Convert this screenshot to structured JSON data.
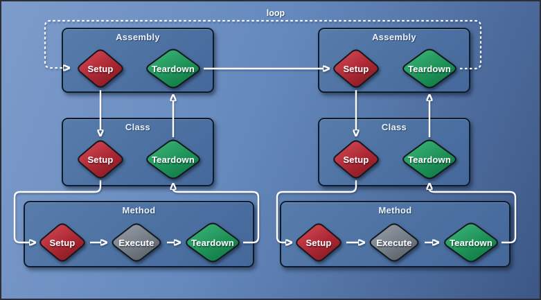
{
  "diagram": {
    "loop_label": "loop",
    "groups": [
      {
        "title": "Assembly",
        "column": "left",
        "items": [
          {
            "label": "Setup",
            "kind": "setup"
          },
          {
            "label": "Teardown",
            "kind": "teardown"
          }
        ]
      },
      {
        "title": "Assembly",
        "column": "right",
        "items": [
          {
            "label": "Setup",
            "kind": "setup"
          },
          {
            "label": "Teardown",
            "kind": "teardown"
          }
        ]
      },
      {
        "title": "Class",
        "column": "left",
        "items": [
          {
            "label": "Setup",
            "kind": "setup"
          },
          {
            "label": "Teardown",
            "kind": "teardown"
          }
        ]
      },
      {
        "title": "Class",
        "column": "right",
        "items": [
          {
            "label": "Setup",
            "kind": "setup"
          },
          {
            "label": "Teardown",
            "kind": "teardown"
          }
        ]
      },
      {
        "title": "Method",
        "column": "left",
        "items": [
          {
            "label": "Setup",
            "kind": "setup"
          },
          {
            "label": "Execute",
            "kind": "execute"
          },
          {
            "label": "Teardown",
            "kind": "teardown"
          }
        ]
      },
      {
        "title": "Method",
        "column": "right",
        "items": [
          {
            "label": "Setup",
            "kind": "setup"
          },
          {
            "label": "Execute",
            "kind": "execute"
          },
          {
            "label": "Teardown",
            "kind": "teardown"
          }
        ]
      }
    ],
    "colors": {
      "background_light": "#7d9ccb",
      "background_dark": "#3c5786",
      "box_fill": "#4e73a3",
      "box_border": "#0e1b2c",
      "setup_red": "#b52f3a",
      "teardown_green": "#1f9258",
      "execute_gray": "#747c86",
      "connector": "#ffffff"
    }
  }
}
